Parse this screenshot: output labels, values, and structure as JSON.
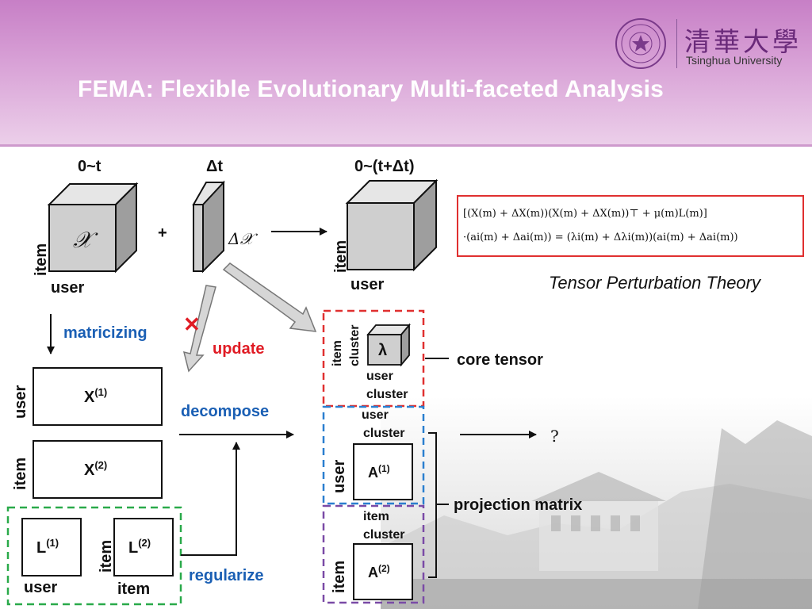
{
  "header": {
    "title": "FEMA: Flexible Evolutionary Multi-faceted Analysis"
  },
  "logo": {
    "chinese_name": "清華大學",
    "english_name": "Tsinghua University"
  },
  "cubes": {
    "original": {
      "time_label": "0~t",
      "symbol": "𝒳",
      "item_label": "item",
      "user_label": "user"
    },
    "delta": {
      "time_label": "Δt",
      "symbol": "Δ𝒳",
      "plus": "+"
    },
    "updated": {
      "time_label": "0~(t+Δt)",
      "item_label": "item",
      "user_label": "user"
    }
  },
  "formula": {
    "line1": "[(X(m) + ΔX(m))(X(m) + ΔX(m))⊤ + μ(m)L(m)]",
    "line2": "·(ai(m) + Δai(m)) = (λi(m) + Δλi(m))(ai(m) + Δai(m))",
    "caption": "Tensor Perturbation Theory"
  },
  "steps": {
    "matricizing": "matricizing",
    "update": "update",
    "update_mark": "✕",
    "decompose": "decompose",
    "regularize": "regularize"
  },
  "matrices": {
    "x1": {
      "base": "X",
      "sup": "(1)",
      "side_label": "user"
    },
    "x2": {
      "base": "X",
      "sup": "(2)",
      "side_label": "item"
    },
    "l1": {
      "base": "L",
      "sup": "(1)",
      "bottom_label": "user"
    },
    "l2": {
      "base": "L",
      "sup": "(2)",
      "side_label": "item",
      "bottom_label": "item"
    }
  },
  "core": {
    "symbol": "λ",
    "item_label_1": "item",
    "item_label_2": "cluster",
    "user_label_1": "user",
    "user_label_2": "cluster",
    "annotation": "core tensor"
  },
  "projection": {
    "a1": {
      "base": "A",
      "sup": "(1)",
      "side_label": "user",
      "top_label_1": "user",
      "top_label_2": "cluster"
    },
    "a2": {
      "base": "A",
      "sup": "(2)",
      "side_label": "item",
      "top_label_1": "item",
      "top_label_2": "cluster"
    },
    "annotation": "projection matrix",
    "question": "?"
  },
  "colors": {
    "blue_text": "#1a5fb4",
    "red_text": "#e01b24",
    "red_dash": "#e03030",
    "blue_dash": "#2a7fcf",
    "purple_dash": "#7a4aa6",
    "green_dash": "#2aaa4a",
    "header_purple": "#c77fc6"
  }
}
